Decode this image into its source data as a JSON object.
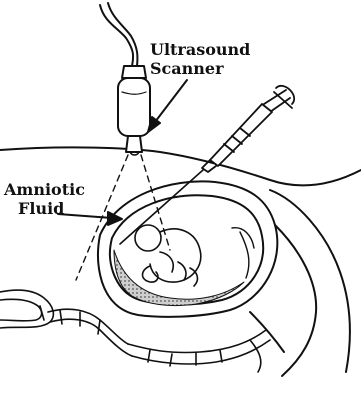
{
  "labels": {
    "scanner_line1": "Ultrasound",
    "scanner_line2": "Scanner",
    "fluid_line1": "Amniotic",
    "fluid_line2": "Fluid"
  },
  "colors": {
    "ink": "#111111",
    "fluid_fill": "#9a9a9a",
    "background": "#ffffff"
  }
}
